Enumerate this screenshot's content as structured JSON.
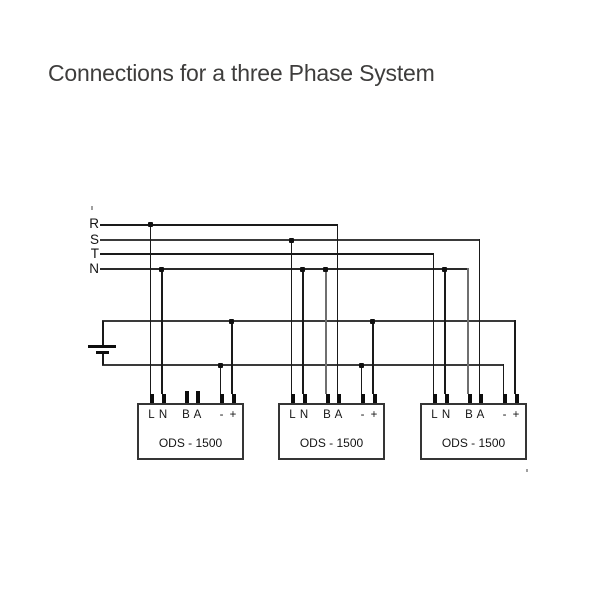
{
  "title": "Connections for a three Phase System",
  "diagram": {
    "phase_labels": [
      "R",
      "S",
      "T",
      "N"
    ],
    "units": [
      {
        "name": "ODS - 1500",
        "terminals": [
          "L",
          "N",
          "B",
          "A",
          "-",
          "+"
        ]
      },
      {
        "name": "ODS - 1500",
        "terminals": [
          "L",
          "N",
          "B",
          "A",
          "-",
          "+"
        ]
      },
      {
        "name": "ODS - 1500",
        "terminals": [
          "L",
          "N",
          "B",
          "A",
          "-",
          "+"
        ]
      }
    ],
    "colors": {
      "wire": "#1a1a1a",
      "wire_light": "#6f6f6f",
      "title_text": "#3e3d3c"
    }
  }
}
